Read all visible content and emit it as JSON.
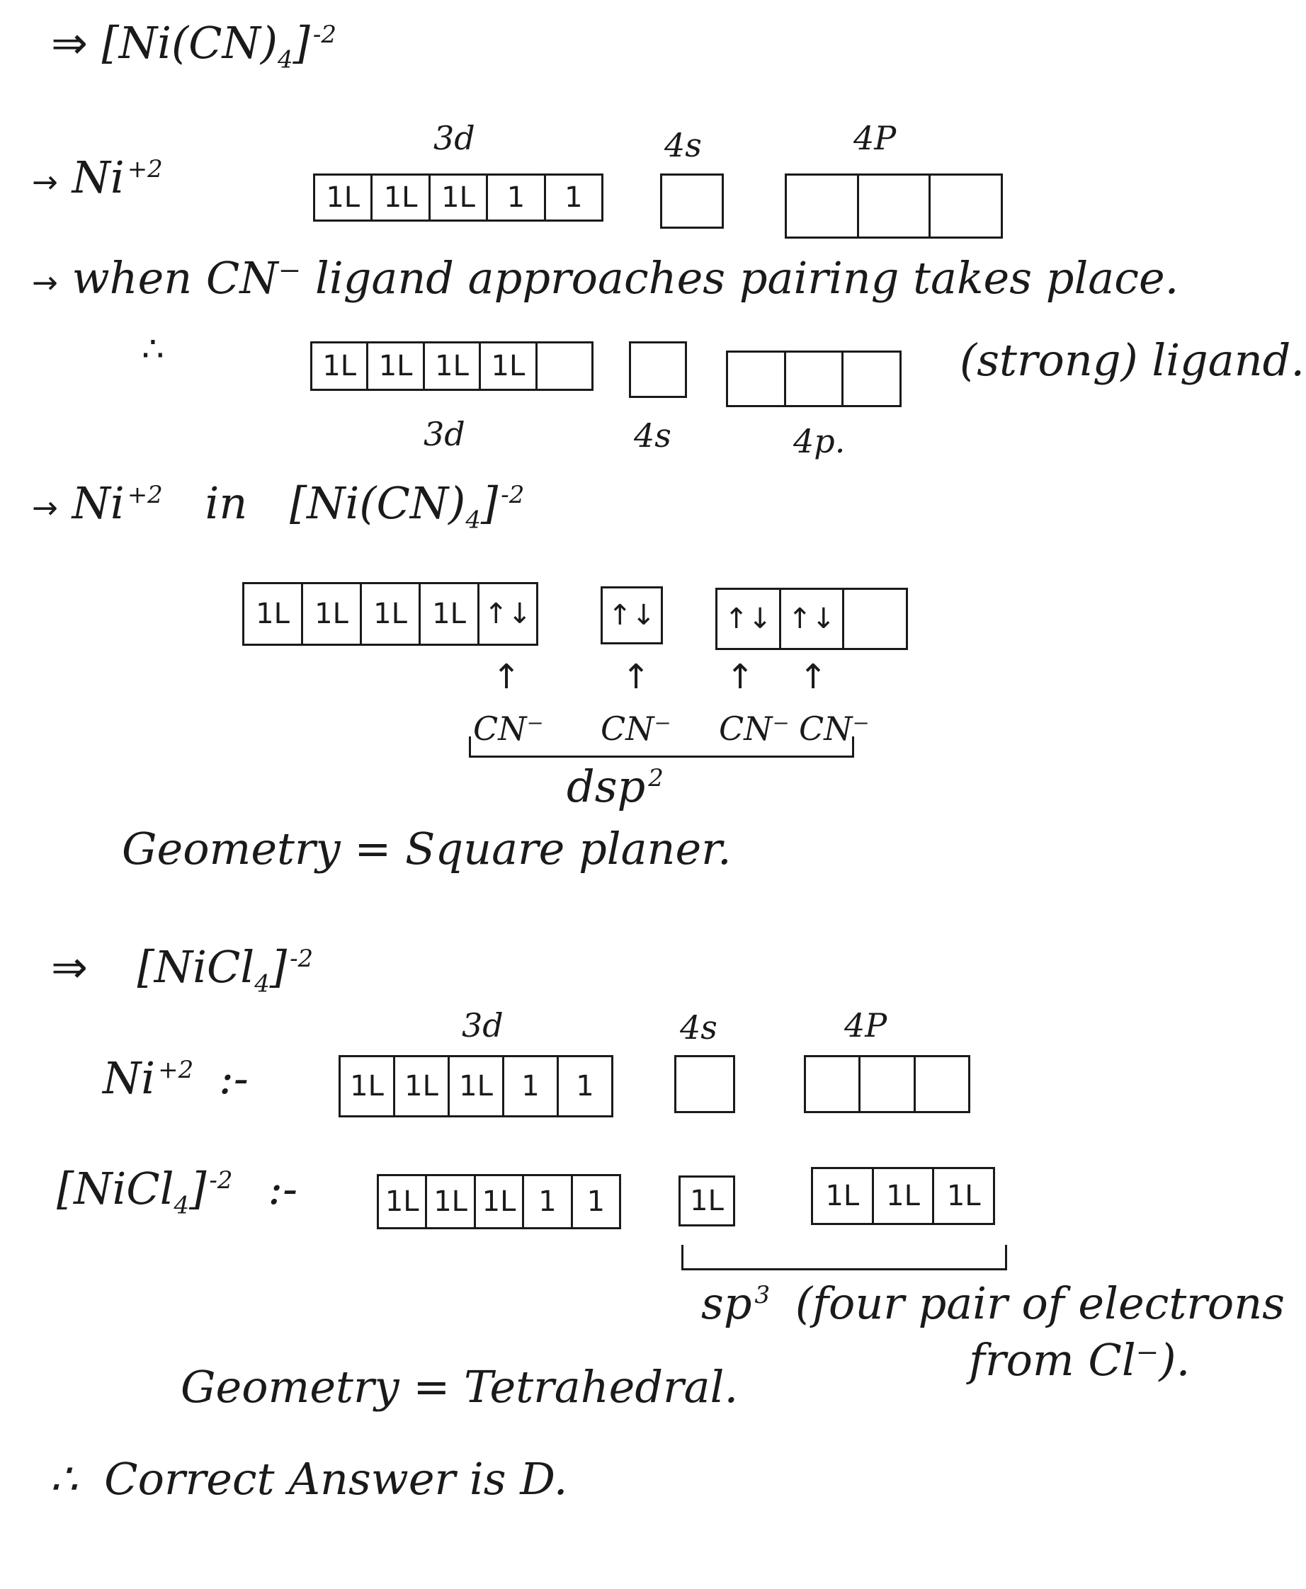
{
  "s1": {
    "title_prefix": "⇒",
    "title": "[Ni(CN)",
    "title_sub": "4",
    "title_close": "]",
    "title_sup": "-2",
    "ion_arrow": "→",
    "ion": "Ni",
    "ion_sup": "+2",
    "lbl_3d": "3d",
    "lbl_4s": "4s",
    "lbl_4p": "4P",
    "d_cells": [
      "1L",
      "1L",
      "1L",
      "1",
      "1"
    ],
    "s_cells": [
      ""
    ],
    "p_cells": [
      "",
      "",
      ""
    ],
    "note_arrow": "→",
    "note": "when CN⁻ ligand approaches pairing takes place.",
    "therefore": "∴",
    "strong_note": "(strong) ligand.",
    "d2_cells": [
      "1L",
      "1L",
      "1L",
      "1L",
      ""
    ],
    "s2_cells": [
      ""
    ],
    "p2_cells": [
      "",
      "",
      ""
    ],
    "lbl2_3d": "3d",
    "lbl2_4s": "4s",
    "lbl2_4p": "4p.",
    "in_arrow": "→",
    "in_ion": "Ni",
    "in_sup": "+2",
    "in_word": "in",
    "in_complex": "[Ni(CN)",
    "in_sub": "4",
    "in_close": "]",
    "in_csup": "-2",
    "d3_cells": [
      "1L",
      "1L",
      "1L",
      "1L",
      "↑↓"
    ],
    "s3_cells": [
      "↑↓"
    ],
    "p3_cells": [
      "↑↓",
      "↑↓",
      ""
    ],
    "ligands": [
      "CN⁻",
      "CN⁻",
      "CN⁻",
      "CN⁻"
    ],
    "hyb": "dsp",
    "hyb_sup": "2",
    "geom": "Geometry = Square planer."
  },
  "s2": {
    "title_prefix": "⇒",
    "title": "[NiCl",
    "title_sub": "4",
    "title_close": "]",
    "title_sup": "-2",
    "lbl_3d": "3d",
    "lbl_4s": "4s",
    "lbl_4p": "4P",
    "ion": "Ni",
    "ion_sup": "+2",
    "ion_sep": ":-",
    "d_cells": [
      "1L",
      "1L",
      "1L",
      "1",
      "1"
    ],
    "s_cells": [
      ""
    ],
    "p_cells": [
      "",
      "",
      ""
    ],
    "cplx": "[NiCl",
    "cplx_sub": "4",
    "cplx_close": "]",
    "cplx_sup": "-2",
    "cplx_sep": ":-",
    "d2_cells": [
      "1L",
      "1L",
      "1L",
      "1",
      "1"
    ],
    "s2_cells": [
      "1L"
    ],
    "p2_cells": [
      "1L",
      "1L",
      "1L"
    ],
    "hyb": "sp",
    "hyb_sup": "3",
    "hyb_note1": "(four pair of electrons",
    "hyb_note2": "from Cl⁻).",
    "geom": "Geometry = Tetrahedral.",
    "therefore": "∴",
    "answer": "Correct Answer is D."
  }
}
